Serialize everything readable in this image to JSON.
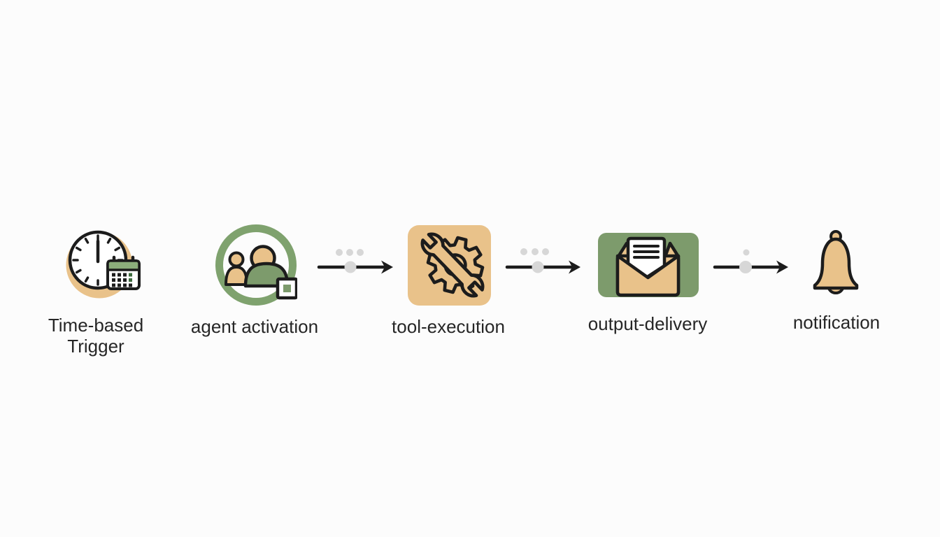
{
  "diagram": {
    "colors": {
      "bg": "#fcfcfc",
      "tan": "#e9c28a",
      "green": "#7d9b6c",
      "ring": "#7fa26e",
      "header": "#8cae7b",
      "darkgreen": "#3e6b3e",
      "ink": "#1c1c1c",
      "dot": "#d7d7d7",
      "text": "#262626"
    },
    "steps": [
      {
        "label": "Time-based Trigger",
        "icon": "clock-calendar-icon"
      },
      {
        "label": "agent activation",
        "icon": "agent-users-icon"
      },
      {
        "label": "tool-execution",
        "icon": "wrench-gear-icon"
      },
      {
        "label": "output-delivery",
        "icon": "open-envelope-icon"
      },
      {
        "label": "notification",
        "icon": "bell-icon"
      }
    ],
    "connectors": [
      {
        "style": "arrow-right",
        "dots_above": 3,
        "dots_on_line": 1
      },
      {
        "style": "arrow-right",
        "dots_above": 3,
        "dots_on_line": 1
      },
      {
        "style": "arrow-right",
        "dots_above": 1,
        "dots_on_line": 1
      }
    ]
  }
}
